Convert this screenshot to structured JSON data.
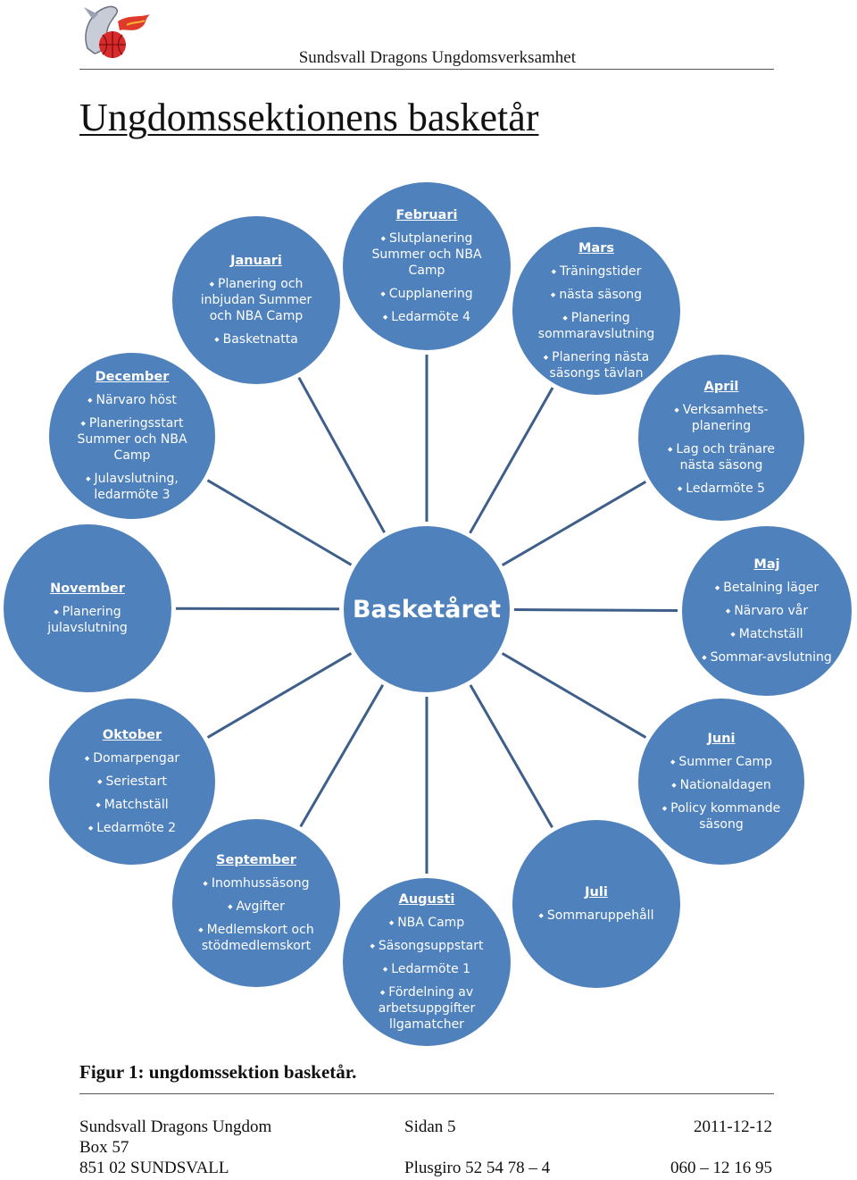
{
  "header": {
    "title": "Sundsvall Dragons Ungdomsverksamhet"
  },
  "title": "Ungdomssektionens basketår",
  "center": "Basketåret",
  "months": [
    {
      "name": "December",
      "items": [
        "Närvaro höst",
        "Planeringsstart Summer och NBA Camp",
        "Julavslutning, ledarmöte 3"
      ]
    },
    {
      "name": "Januari",
      "items": [
        "Planering och inbjudan Summer och NBA Camp",
        "Basketnatta"
      ]
    },
    {
      "name": "Februari",
      "items": [
        "Slutplanering Summer och NBA Camp",
        "Cupplanering",
        "Ledarmöte 4"
      ]
    },
    {
      "name": "Mars",
      "items": [
        "Träningstider",
        "nästa säsong",
        "Planering sommaravslutning",
        "Planering nästa säsongs tävlan"
      ]
    },
    {
      "name": "April",
      "items": [
        "Verksamhets-planering",
        "Lag och tränare nästa säsong",
        "Ledarmöte 5"
      ]
    },
    {
      "name": "Maj",
      "items": [
        "Betalning läger",
        "Närvaro vår",
        "Matchställ",
        "Sommar-avslutning"
      ]
    },
    {
      "name": "Juni",
      "items": [
        "Summer Camp",
        "Nationaldagen",
        "Policy kommande säsong"
      ]
    },
    {
      "name": "Juli",
      "items": [
        "Sommaruppehåll"
      ]
    },
    {
      "name": "Augusti",
      "items": [
        "NBA Camp",
        "Säsongsuppstart",
        "Ledarmöte 1",
        "Fördelning av arbetsuppgifter llgamatcher"
      ]
    },
    {
      "name": "September",
      "items": [
        "Inomhussäsong",
        "Avgifter",
        "Medlemskort och stödmedlemskort"
      ]
    },
    {
      "name": "Oktober",
      "items": [
        "Domarpengar",
        "Seriestart",
        "Matchställ",
        "Ledarmöte 2"
      ]
    },
    {
      "name": "November",
      "items": [
        "Planering julavslutning"
      ]
    }
  ],
  "caption": "Figur 1: ungdomssektion basketår.",
  "footer": {
    "org": "Sundsvall Dragons Ungdom",
    "page": "Sidan 5",
    "date": "2011-12-12",
    "box": "Box 57",
    "address": "851 02 SUNDSVALL",
    "plusgiro": "Plusgiro 52 54 78 – 4",
    "phone": "060 – 12 16 95"
  },
  "colors": {
    "node_fill": "#4f81bd",
    "node_stroke": "#3a6aa6",
    "connector": "#3e5f8a",
    "logo_red": "#d92b2b"
  }
}
